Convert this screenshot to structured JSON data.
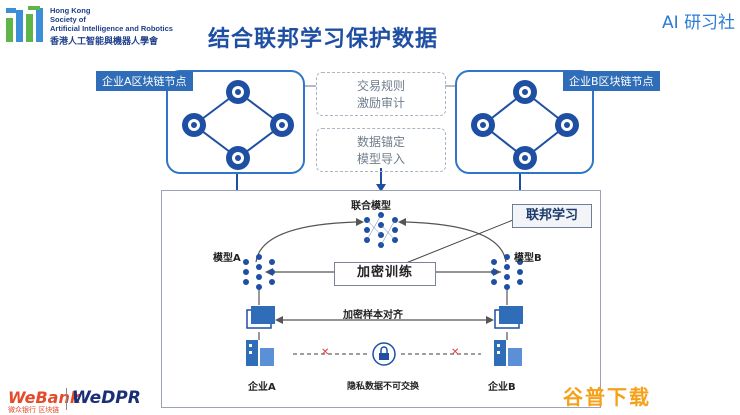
{
  "header": {
    "logo_en": [
      "Hong Kong",
      "Society of",
      "Artificial Intelligence and Robotics"
    ],
    "logo_cn": "香港人工智能與機器人學會",
    "title": "结合联邦学习保护数据",
    "brand_prefix": "AI",
    "brand_suffix": "研习社"
  },
  "diagram": {
    "region_a_label": "企业A区块链节点",
    "region_b_label": "企业B区块链节点",
    "top_box_lines": [
      "交易规则",
      "激励审计"
    ],
    "mid_box_lines": [
      "数据锚定",
      "模型导入"
    ],
    "joint_model": "联合模型",
    "federated_label": "联邦学习",
    "model_a": "模型A",
    "model_b": "模型B",
    "encrypted_training": "加密训练",
    "sample_alignment": "加密样本对齐",
    "company_a": "企业A",
    "company_b": "企业B",
    "private_data": "隐私数据不可交换",
    "cross_mark": "✕"
  },
  "footer": {
    "webank": "WeBank",
    "webank_cn": "微众银行",
    "webank_sub": "区块链",
    "wedpr": "WeDPR",
    "download_site": "谷普下载"
  },
  "colors": {
    "accent": "#2f6db8",
    "title": "#1e4fa3",
    "cross": "#e03a3a",
    "download": "#f5a11a"
  }
}
